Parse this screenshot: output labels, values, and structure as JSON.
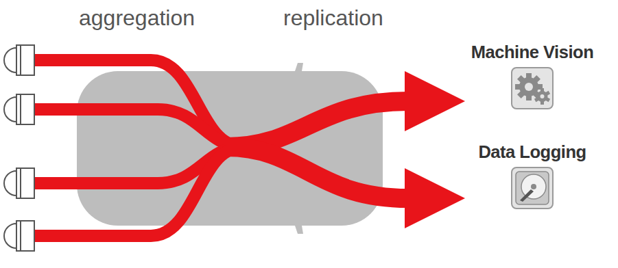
{
  "diagram": {
    "nodes": [
      {
        "text": [
          "Machine Vision"
        ]
      },
      {
        "text": [
          "Data Logging"
        ]
      }
    ],
    "labels": [
      "aggregation",
      "replication"
    ]
  }
}
